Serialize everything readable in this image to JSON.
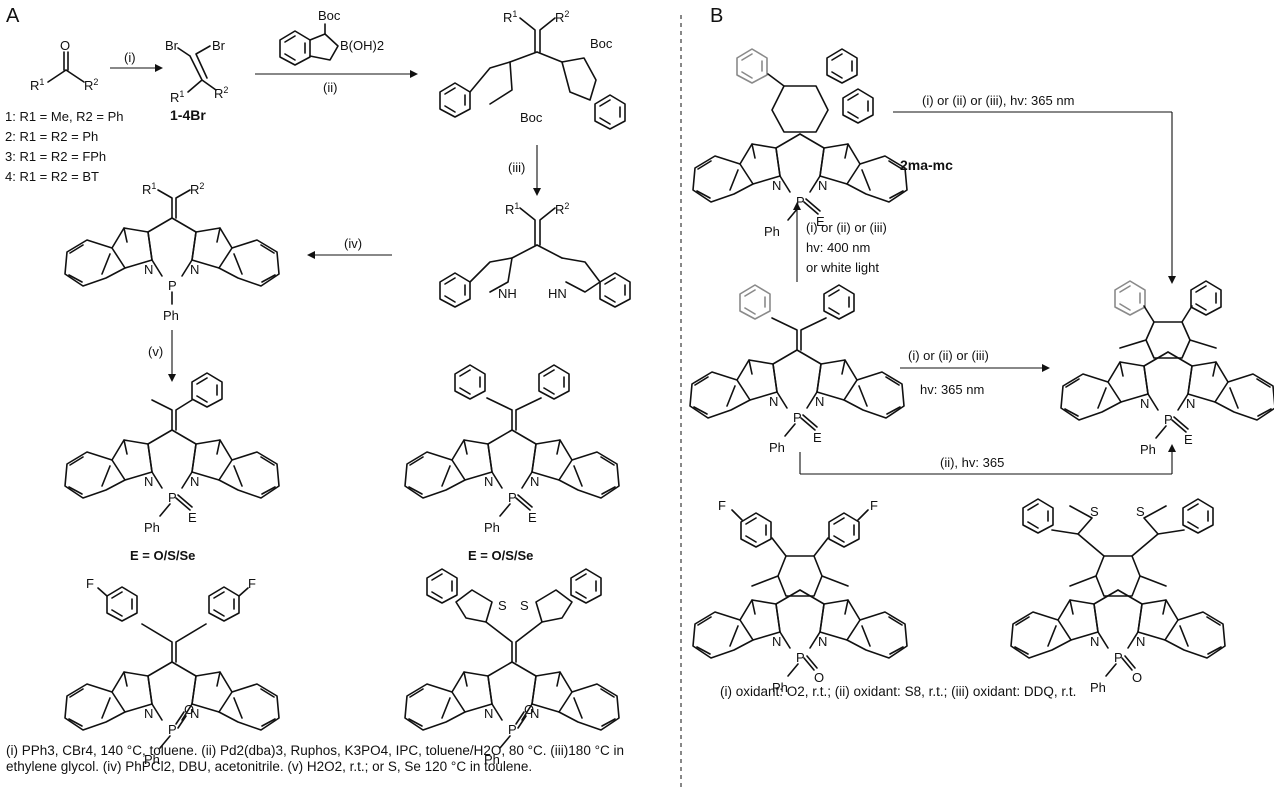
{
  "panels": {
    "a": "A",
    "b": "B"
  },
  "labels": {
    "boc_reagent": "Boc",
    "boronic": "B(OH)2",
    "boc1": "Boc",
    "boc2": "Boc",
    "compound_1_4br": "1-4Br",
    "r1": "R1",
    "r2": "R2",
    "nh": "NH",
    "hn": "HN",
    "p": "P",
    "n": "N",
    "ph": "Ph",
    "e": "E",
    "o": "O",
    "s": "S",
    "f": "F",
    "e_def_1": "E = O/S/Se",
    "e_def_2": "E = O/S/Se",
    "compound_2ma_mc": "2ma-mc"
  },
  "substituents": [
    "1: R1 = Me, R2 = Ph",
    "2: R1 = R2 = Ph",
    "3: R1 = R2 = FPh",
    "4: R1 = R2 = BT"
  ],
  "arrows": {
    "step_i": "(i)",
    "step_ii": "(ii)",
    "step_iii": "(iii)",
    "step_iv": "(iv)",
    "step_v": "(v)",
    "b_top": "(i) or (ii) or (iii), hv: 365 nm",
    "b_up_1": "(i) or (ii) or (iii)",
    "b_up_2": "hv: 400 nm",
    "b_up_3": "or white light",
    "b_mid_1": "(i) or (ii) or (iii)",
    "b_mid_2": "hv: 365 nm",
    "b_bottom": "(ii), hv: 365"
  },
  "captions": {
    "a": "(i) PPh3, CBr4, 140 °C, toluene. (ii) Pd2(dba)3, Ruphos, K3PO4, IPC, toluene/H2O, 80 °C. (iii)180 °C in ethylene glycol. (iv) PhPCl2, DBU, acetonitrile. (v) H2O2, r.t.; or S, Se 120 °C in toulene.",
    "b": "(i) oxidant: O2, r.t.; (ii) oxidant: S8, r.t.; (iii) oxidant: DDQ, r.t."
  }
}
